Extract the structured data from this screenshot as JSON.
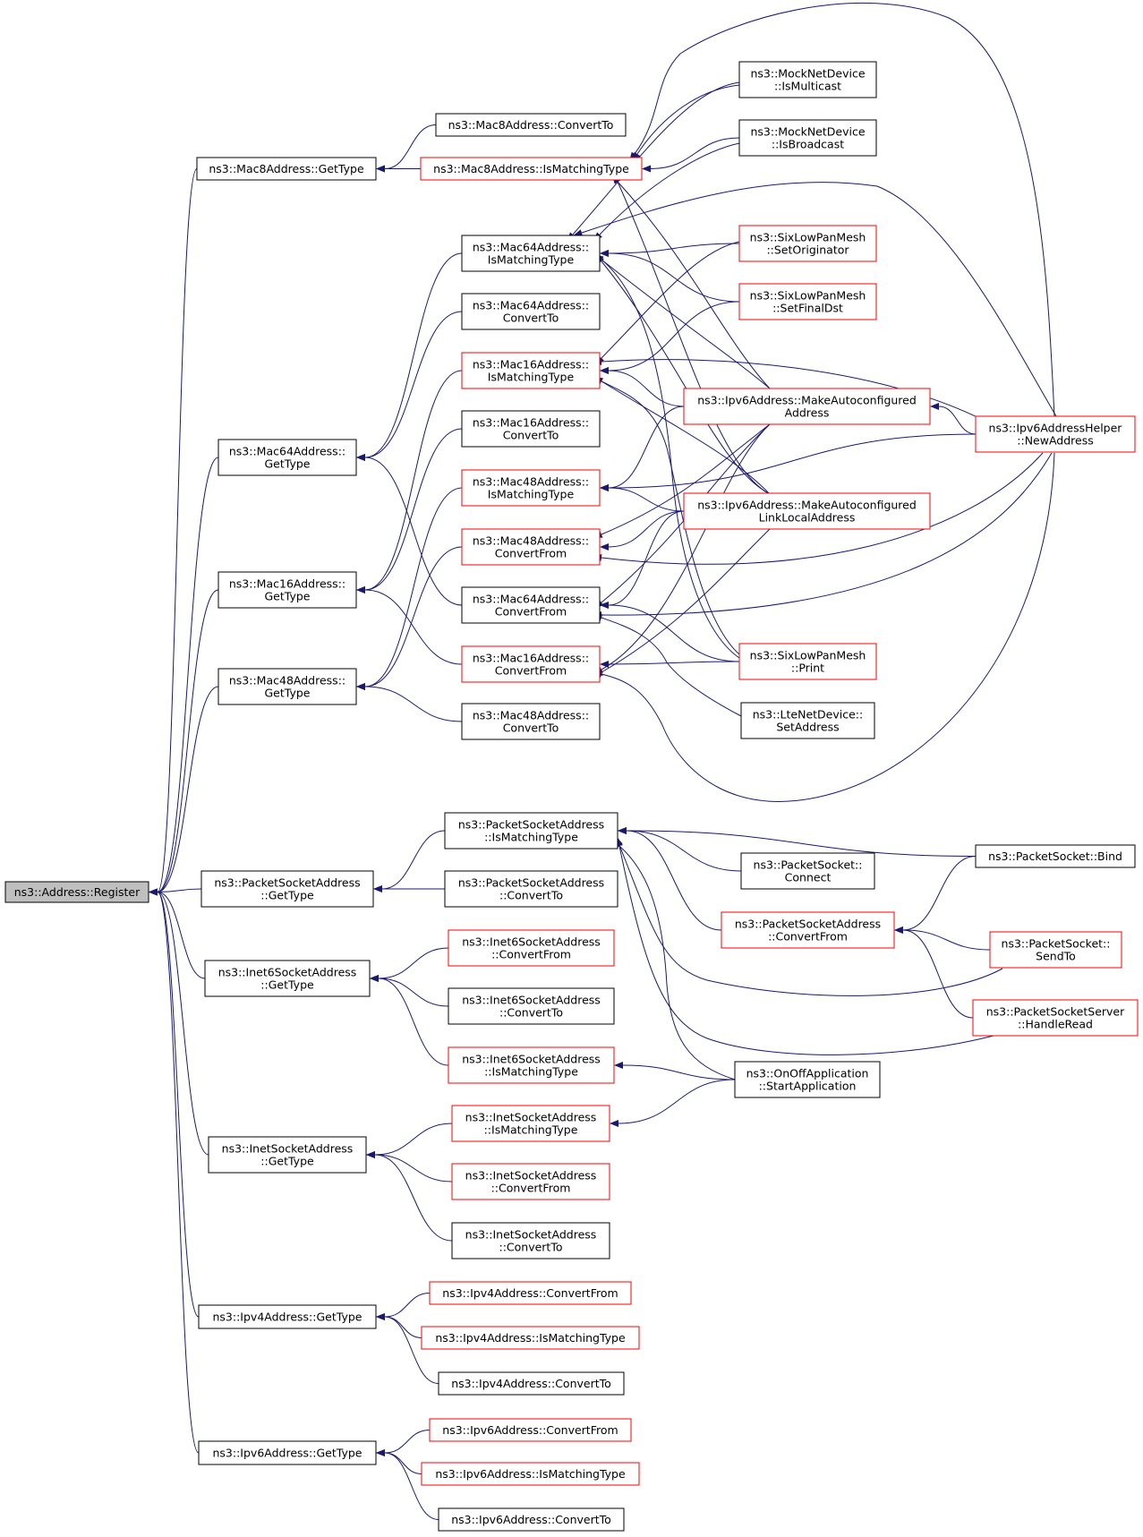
{
  "nodes": [
    {
      "id": "register",
      "lines": [
        "ns3::Address::Register"
      ],
      "style": "root"
    },
    {
      "id": "mac8_gettype",
      "lines": [
        "ns3::Mac8Address::GetType"
      ],
      "style": "black"
    },
    {
      "id": "mac64_gettype",
      "lines": [
        "ns3::Mac64Address::",
        "GetType"
      ],
      "style": "black"
    },
    {
      "id": "mac16_gettype",
      "lines": [
        "ns3::Mac16Address::",
        "GetType"
      ],
      "style": "black"
    },
    {
      "id": "mac48_gettype",
      "lines": [
        "ns3::Mac48Address::",
        "GetType"
      ],
      "style": "black"
    },
    {
      "id": "psa_gettype",
      "lines": [
        "ns3::PacketSocketAddress",
        "::GetType"
      ],
      "style": "black"
    },
    {
      "id": "inet6_gettype",
      "lines": [
        "ns3::Inet6SocketAddress",
        "::GetType"
      ],
      "style": "black"
    },
    {
      "id": "inet_gettype",
      "lines": [
        "ns3::InetSocketAddress",
        "::GetType"
      ],
      "style": "black"
    },
    {
      "id": "ipv4_gettype",
      "lines": [
        "ns3::Ipv4Address::GetType"
      ],
      "style": "black"
    },
    {
      "id": "ipv6_gettype",
      "lines": [
        "ns3::Ipv6Address::GetType"
      ],
      "style": "black"
    },
    {
      "id": "mac8_convertto",
      "lines": [
        "ns3::Mac8Address::ConvertTo"
      ],
      "style": "black"
    },
    {
      "id": "mac8_ismatching",
      "lines": [
        "ns3::Mac8Address::IsMatchingType"
      ],
      "style": "red"
    },
    {
      "id": "mac64_ismatching",
      "lines": [
        "ns3::Mac64Address::",
        "IsMatchingType"
      ],
      "style": "black"
    },
    {
      "id": "mac64_convertto",
      "lines": [
        "ns3::Mac64Address::",
        "ConvertTo"
      ],
      "style": "black"
    },
    {
      "id": "mac16_ismatching",
      "lines": [
        "ns3::Mac16Address::",
        "IsMatchingType"
      ],
      "style": "red"
    },
    {
      "id": "mac16_convertto",
      "lines": [
        "ns3::Mac16Address::",
        "ConvertTo"
      ],
      "style": "black"
    },
    {
      "id": "mac48_ismatching",
      "lines": [
        "ns3::Mac48Address::",
        "IsMatchingType"
      ],
      "style": "red"
    },
    {
      "id": "mac48_convertfrom",
      "lines": [
        "ns3::Mac48Address::",
        "ConvertFrom"
      ],
      "style": "red"
    },
    {
      "id": "mac64_convertfrom",
      "lines": [
        "ns3::Mac64Address::",
        "ConvertFrom"
      ],
      "style": "black"
    },
    {
      "id": "mac16_convertfrom",
      "lines": [
        "ns3::Mac16Address::",
        "ConvertFrom"
      ],
      "style": "red"
    },
    {
      "id": "mac48_convertto",
      "lines": [
        "ns3::Mac48Address::",
        "ConvertTo"
      ],
      "style": "black"
    },
    {
      "id": "psa_ismatching",
      "lines": [
        "ns3::PacketSocketAddress",
        "::IsMatchingType"
      ],
      "style": "black"
    },
    {
      "id": "psa_convertto",
      "lines": [
        "ns3::PacketSocketAddress",
        "::ConvertTo"
      ],
      "style": "black"
    },
    {
      "id": "inet6_convertfrom",
      "lines": [
        "ns3::Inet6SocketAddress",
        "::ConvertFrom"
      ],
      "style": "red"
    },
    {
      "id": "inet6_convertto",
      "lines": [
        "ns3::Inet6SocketAddress",
        "::ConvertTo"
      ],
      "style": "black"
    },
    {
      "id": "inet6_ismatching",
      "lines": [
        "ns3::Inet6SocketAddress",
        "::IsMatchingType"
      ],
      "style": "red"
    },
    {
      "id": "inet_ismatching",
      "lines": [
        "ns3::InetSocketAddress",
        "::IsMatchingType"
      ],
      "style": "red"
    },
    {
      "id": "inet_convertfrom",
      "lines": [
        "ns3::InetSocketAddress",
        "::ConvertFrom"
      ],
      "style": "red"
    },
    {
      "id": "inet_convertto",
      "lines": [
        "ns3::InetSocketAddress",
        "::ConvertTo"
      ],
      "style": "black"
    },
    {
      "id": "ipv4_convertfrom",
      "lines": [
        "ns3::Ipv4Address::ConvertFrom"
      ],
      "style": "red"
    },
    {
      "id": "ipv4_ismatching",
      "lines": [
        "ns3::Ipv4Address::IsMatchingType"
      ],
      "style": "red"
    },
    {
      "id": "ipv4_convertto",
      "lines": [
        "ns3::Ipv4Address::ConvertTo"
      ],
      "style": "black"
    },
    {
      "id": "ipv6_convertfrom",
      "lines": [
        "ns3::Ipv6Address::ConvertFrom"
      ],
      "style": "red"
    },
    {
      "id": "ipv6_ismatching",
      "lines": [
        "ns3::Ipv6Address::IsMatchingType"
      ],
      "style": "red"
    },
    {
      "id": "ipv6_convertto",
      "lines": [
        "ns3::Ipv6Address::ConvertTo"
      ],
      "style": "black"
    },
    {
      "id": "mock_ismulticast",
      "lines": [
        "ns3::MockNetDevice",
        "::IsMulticast"
      ],
      "style": "black"
    },
    {
      "id": "mock_isbroadcast",
      "lines": [
        "ns3::MockNetDevice",
        "::IsBroadcast"
      ],
      "style": "black"
    },
    {
      "id": "sixlow_setorig",
      "lines": [
        "ns3::SixLowPanMesh",
        "::SetOriginator"
      ],
      "style": "red"
    },
    {
      "id": "sixlow_setfinal",
      "lines": [
        "ns3::SixLowPanMesh",
        "::SetFinalDst"
      ],
      "style": "red"
    },
    {
      "id": "ipv6_makeauto",
      "lines": [
        "ns3::Ipv6Address::MakeAutoconfigured",
        "Address"
      ],
      "style": "red"
    },
    {
      "id": "ipv6_makeautoll",
      "lines": [
        "ns3::Ipv6Address::MakeAutoconfigured",
        "LinkLocalAddress"
      ],
      "style": "red"
    },
    {
      "id": "sixlow_print",
      "lines": [
        "ns3::SixLowPanMesh",
        "::Print"
      ],
      "style": "red"
    },
    {
      "id": "lte_setaddr",
      "lines": [
        "ns3::LteNetDevice::",
        "SetAddress"
      ],
      "style": "black"
    },
    {
      "id": "ps_connect",
      "lines": [
        "ns3::PacketSocket::",
        "Connect"
      ],
      "style": "black"
    },
    {
      "id": "psa_convertfrom",
      "lines": [
        "ns3::PacketSocketAddress",
        "::ConvertFrom"
      ],
      "style": "red"
    },
    {
      "id": "onoff_start",
      "lines": [
        "ns3::OnOffApplication",
        "::StartApplication"
      ],
      "style": "black"
    },
    {
      "id": "ipv6helper_newaddr",
      "lines": [
        "ns3::Ipv6AddressHelper",
        "::NewAddress"
      ],
      "style": "red"
    },
    {
      "id": "ps_bind",
      "lines": [
        "ns3::PacketSocket::Bind"
      ],
      "style": "black"
    },
    {
      "id": "ps_sendto",
      "lines": [
        "ns3::PacketSocket::",
        "SendTo"
      ],
      "style": "red"
    },
    {
      "id": "pss_handleread",
      "lines": [
        "ns3::PacketSocketServer",
        "::HandleRead"
      ],
      "style": "red"
    }
  ],
  "edges": [
    [
      "register",
      "mac8_gettype"
    ],
    [
      "register",
      "mac64_gettype"
    ],
    [
      "register",
      "mac16_gettype"
    ],
    [
      "register",
      "mac48_gettype"
    ],
    [
      "register",
      "psa_gettype"
    ],
    [
      "register",
      "inet6_gettype"
    ],
    [
      "register",
      "inet_gettype"
    ],
    [
      "register",
      "ipv4_gettype"
    ],
    [
      "register",
      "ipv6_gettype"
    ],
    [
      "mac8_gettype",
      "mac8_convertto"
    ],
    [
      "mac8_gettype",
      "mac8_ismatching"
    ],
    [
      "mac8_ismatching",
      "mock_ismulticast"
    ],
    [
      "mac8_ismatching",
      "mock_isbroadcast"
    ],
    [
      "mac8_ismatching",
      "ipv6helper_newaddr"
    ],
    [
      "mac8_ismatching",
      "ipv6_makeauto"
    ],
    [
      "mac8_ismatching",
      "ipv6_makeautoll"
    ],
    [
      "mac64_gettype",
      "mac64_ismatching"
    ],
    [
      "mac64_gettype",
      "mac64_convertto"
    ],
    [
      "mac64_gettype",
      "mac64_convertfrom"
    ],
    [
      "mac64_ismatching",
      "mock_ismulticast"
    ],
    [
      "mac64_ismatching",
      "mock_isbroadcast"
    ],
    [
      "mac64_ismatching",
      "ipv6helper_newaddr"
    ],
    [
      "mac64_ismatching",
      "sixlow_setorig"
    ],
    [
      "mac64_ismatching",
      "sixlow_setfinal"
    ],
    [
      "mac64_ismatching",
      "ipv6_makeauto"
    ],
    [
      "mac64_ismatching",
      "ipv6_makeautoll"
    ],
    [
      "mac64_ismatching",
      "sixlow_print"
    ],
    [
      "mac16_gettype",
      "mac16_ismatching"
    ],
    [
      "mac16_gettype",
      "mac16_convertto"
    ],
    [
      "mac16_gettype",
      "mac16_convertfrom"
    ],
    [
      "mac16_ismatching",
      "sixlow_setorig"
    ],
    [
      "mac16_ismatching",
      "sixlow_setfinal"
    ],
    [
      "mac16_ismatching",
      "ipv6helper_newaddr"
    ],
    [
      "mac16_ismatching",
      "ipv6_makeauto"
    ],
    [
      "mac16_ismatching",
      "ipv6_makeautoll"
    ],
    [
      "mac16_ismatching",
      "sixlow_print"
    ],
    [
      "mac48_gettype",
      "mac48_ismatching"
    ],
    [
      "mac48_gettype",
      "mac48_convertfrom"
    ],
    [
      "mac48_gettype",
      "mac48_convertto"
    ],
    [
      "mac48_ismatching",
      "ipv6_makeauto"
    ],
    [
      "mac48_ismatching",
      "ipv6helper_newaddr"
    ],
    [
      "mac48_ismatching",
      "ipv6_makeautoll"
    ],
    [
      "mac48_convertfrom",
      "ipv6_makeauto"
    ],
    [
      "mac48_convertfrom",
      "ipv6_makeautoll"
    ],
    [
      "mac48_convertfrom",
      "ipv6helper_newaddr"
    ],
    [
      "mac64_convertfrom",
      "ipv6_makeauto"
    ],
    [
      "mac64_convertfrom",
      "ipv6_makeautoll"
    ],
    [
      "mac64_convertfrom",
      "ipv6helper_newaddr"
    ],
    [
      "mac64_convertfrom",
      "sixlow_print"
    ],
    [
      "mac64_convertfrom",
      "lte_setaddr"
    ],
    [
      "mac16_convertfrom",
      "ipv6_makeauto"
    ],
    [
      "mac16_convertfrom",
      "ipv6_makeautoll"
    ],
    [
      "mac16_convertfrom",
      "sixlow_print"
    ],
    [
      "mac16_convertfrom",
      "ipv6helper_newaddr"
    ],
    [
      "ipv6_makeauto",
      "ipv6helper_newaddr"
    ],
    [
      "psa_gettype",
      "psa_ismatching"
    ],
    [
      "psa_gettype",
      "psa_convertto"
    ],
    [
      "psa_ismatching",
      "ps_bind"
    ],
    [
      "psa_ismatching",
      "ps_connect"
    ],
    [
      "psa_ismatching",
      "psa_convertfrom"
    ],
    [
      "psa_ismatching",
      "ps_sendto"
    ],
    [
      "psa_ismatching",
      "pss_handleread"
    ],
    [
      "psa_ismatching",
      "onoff_start"
    ],
    [
      "psa_convertfrom",
      "ps_bind"
    ],
    [
      "psa_convertfrom",
      "ps_sendto"
    ],
    [
      "psa_convertfrom",
      "pss_handleread"
    ],
    [
      "inet6_gettype",
      "inet6_convertfrom"
    ],
    [
      "inet6_gettype",
      "inet6_convertto"
    ],
    [
      "inet6_gettype",
      "inet6_ismatching"
    ],
    [
      "inet6_ismatching",
      "onoff_start"
    ],
    [
      "inet_gettype",
      "inet_ismatching"
    ],
    [
      "inet_gettype",
      "inet_convertfrom"
    ],
    [
      "inet_gettype",
      "inet_convertto"
    ],
    [
      "inet_ismatching",
      "onoff_start"
    ],
    [
      "ipv4_gettype",
      "ipv4_convertfrom"
    ],
    [
      "ipv4_gettype",
      "ipv4_ismatching"
    ],
    [
      "ipv4_gettype",
      "ipv4_convertto"
    ],
    [
      "ipv6_gettype",
      "ipv6_convertfrom"
    ],
    [
      "ipv6_gettype",
      "ipv6_ismatching"
    ],
    [
      "ipv6_gettype",
      "ipv6_convertto"
    ]
  ],
  "colors": {
    "edge": "#191970",
    "node_border": "#000000",
    "node_border_highlight": "#ff0000",
    "root_fill": "#bfbfbf",
    "background": "#ffffff"
  }
}
